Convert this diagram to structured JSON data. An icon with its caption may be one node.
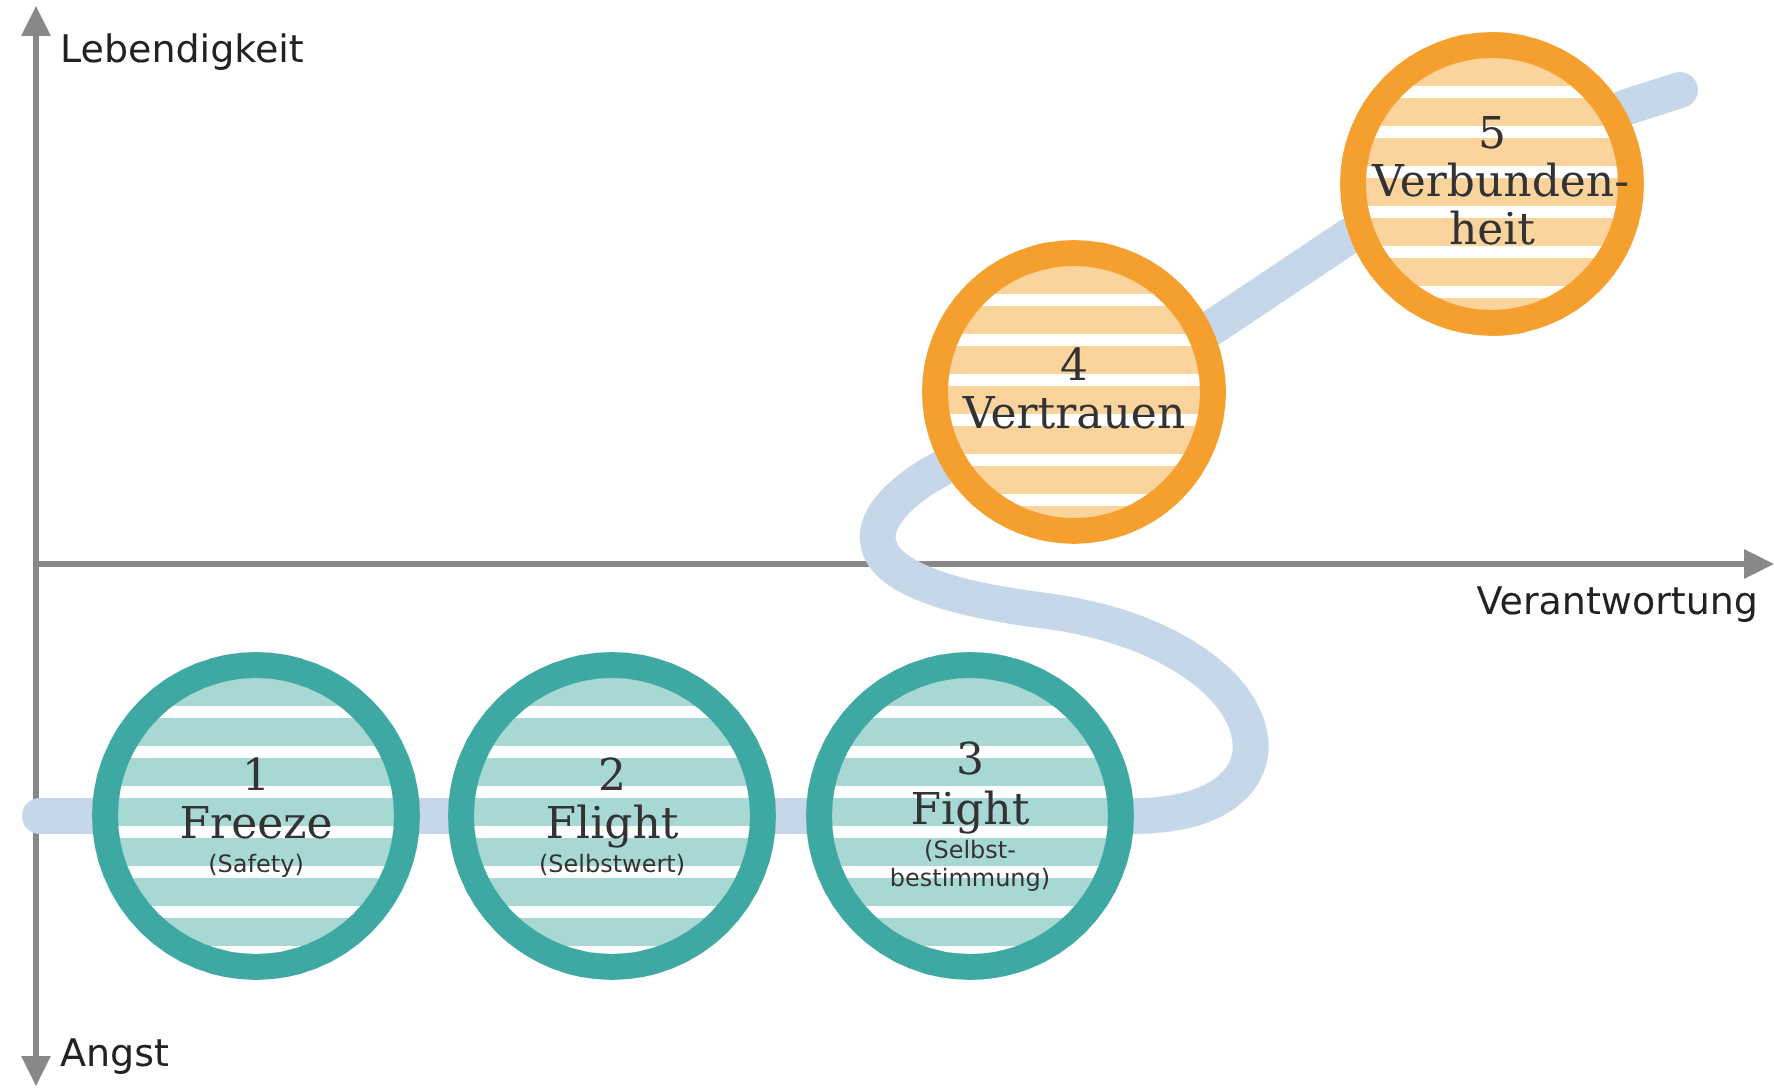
{
  "diagram": {
    "nodes": [
      {
        "text": [
          "1",
          "Freeze",
          "(Safety)"
        ]
      },
      {
        "text": [
          "2",
          "Flight",
          "(Selbstwert)"
        ]
      },
      {
        "text": [
          "3",
          "Fight",
          "(Selbst- bestimmung)"
        ]
      },
      {
        "text": [
          "4",
          "Vertrauen"
        ]
      },
      {
        "text": [
          "5",
          "Verbunden- heit"
        ]
      }
    ],
    "edges": [
      {
        "from": null,
        "to": 0,
        "arrow": "none"
      },
      {
        "from": 0,
        "to": 1,
        "arrow": "none"
      },
      {
        "from": 1,
        "to": 2,
        "arrow": "none"
      },
      {
        "from": 2,
        "to": 3,
        "arrow": "none"
      },
      {
        "from": 3,
        "to": 4,
        "arrow": "none"
      },
      {
        "from": 4,
        "to": null,
        "arrow": "none"
      }
    ],
    "labels": [
      "Lebendigkeit",
      "Verantwortung",
      "Angst"
    ]
  }
}
